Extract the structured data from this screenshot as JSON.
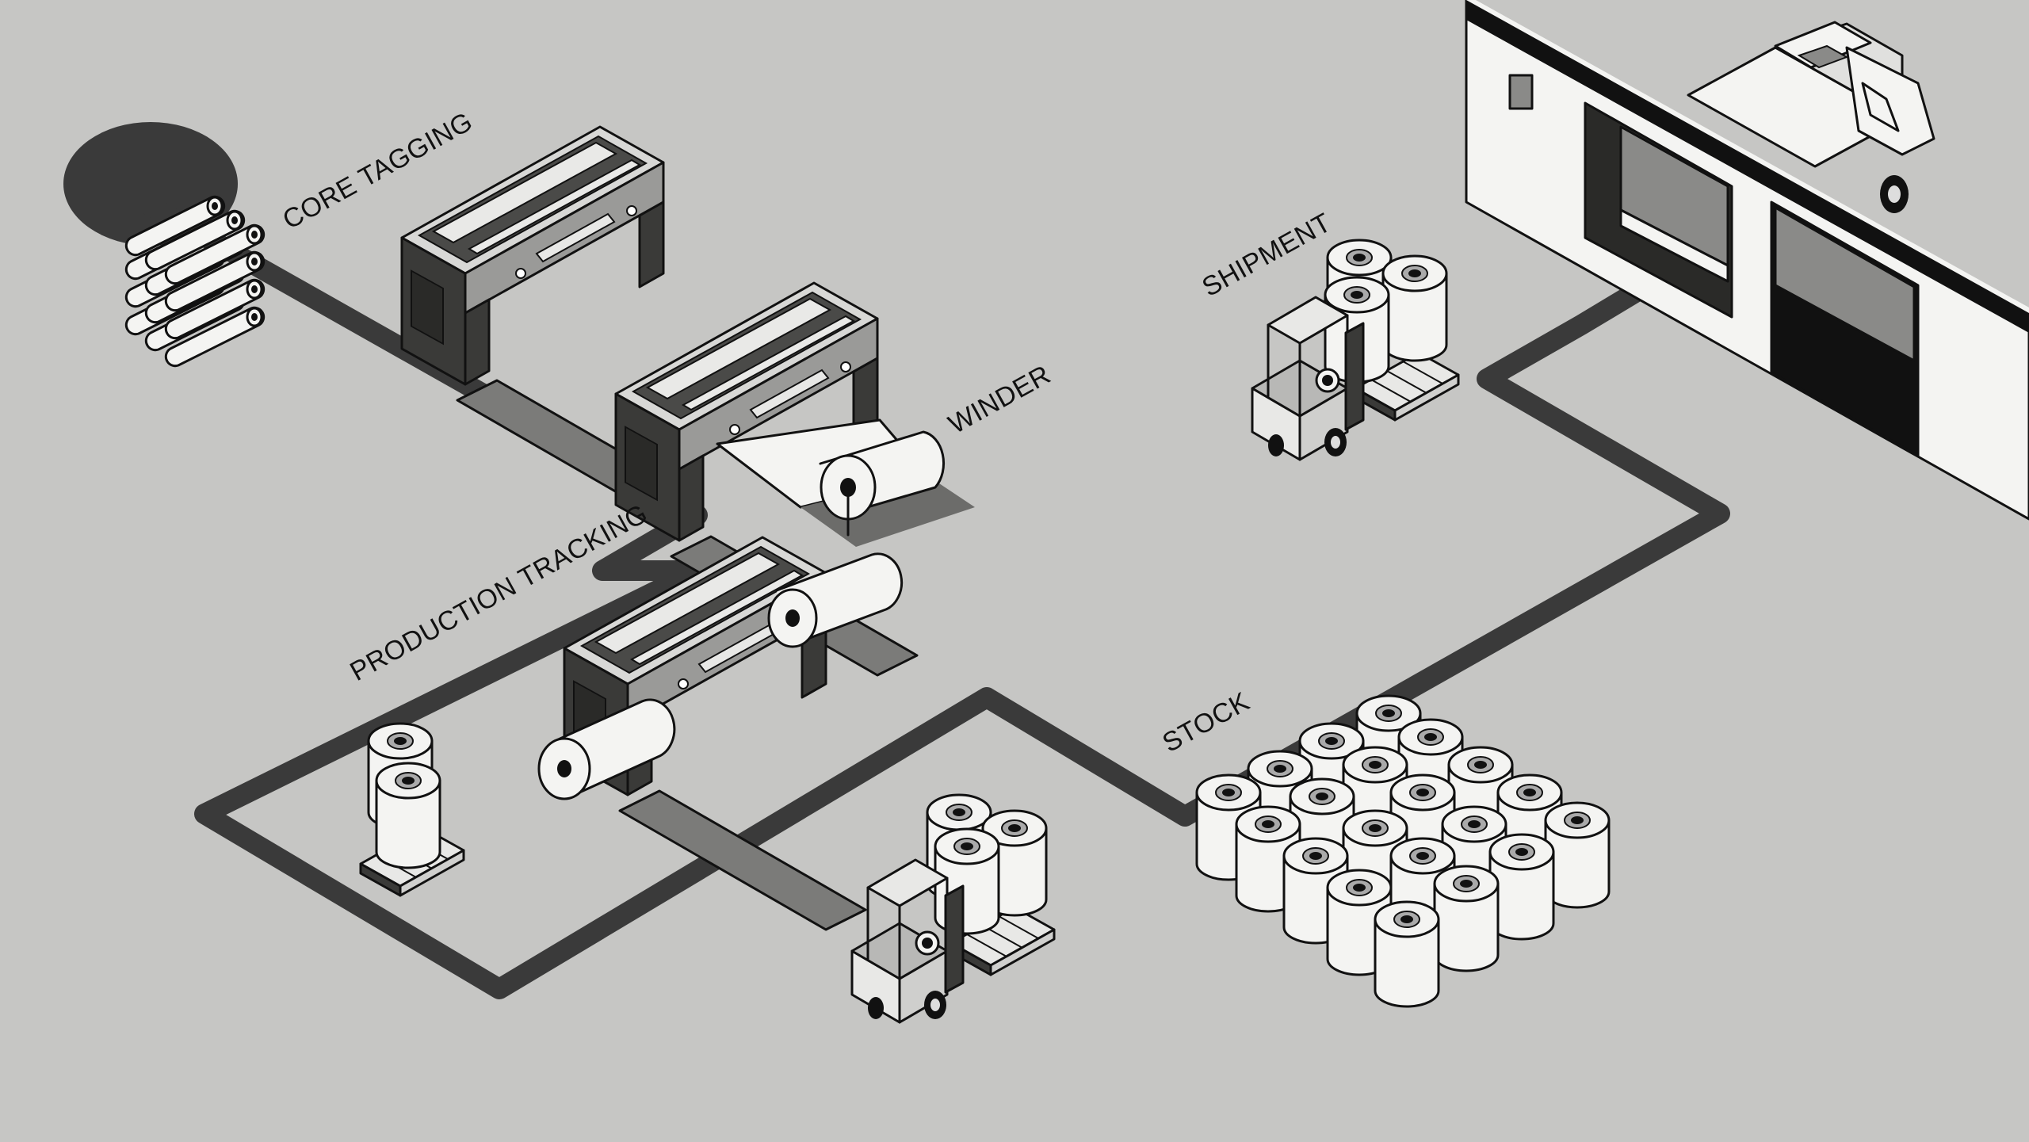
{
  "labels": {
    "core_tagging": "CORE TAGGING",
    "winder": "WINDER",
    "production_tracking": "PRODUCTION TRACKING",
    "shipment": "SHIPMENT",
    "stock": "STOCK"
  },
  "colors": {
    "background": "#c6c6c4",
    "path": "#3a3a3a",
    "outline": "#111111",
    "fill_light": "#f4f4f2",
    "fill_mid": "#8a8a88",
    "fill_dark": "#3c3c3c"
  }
}
